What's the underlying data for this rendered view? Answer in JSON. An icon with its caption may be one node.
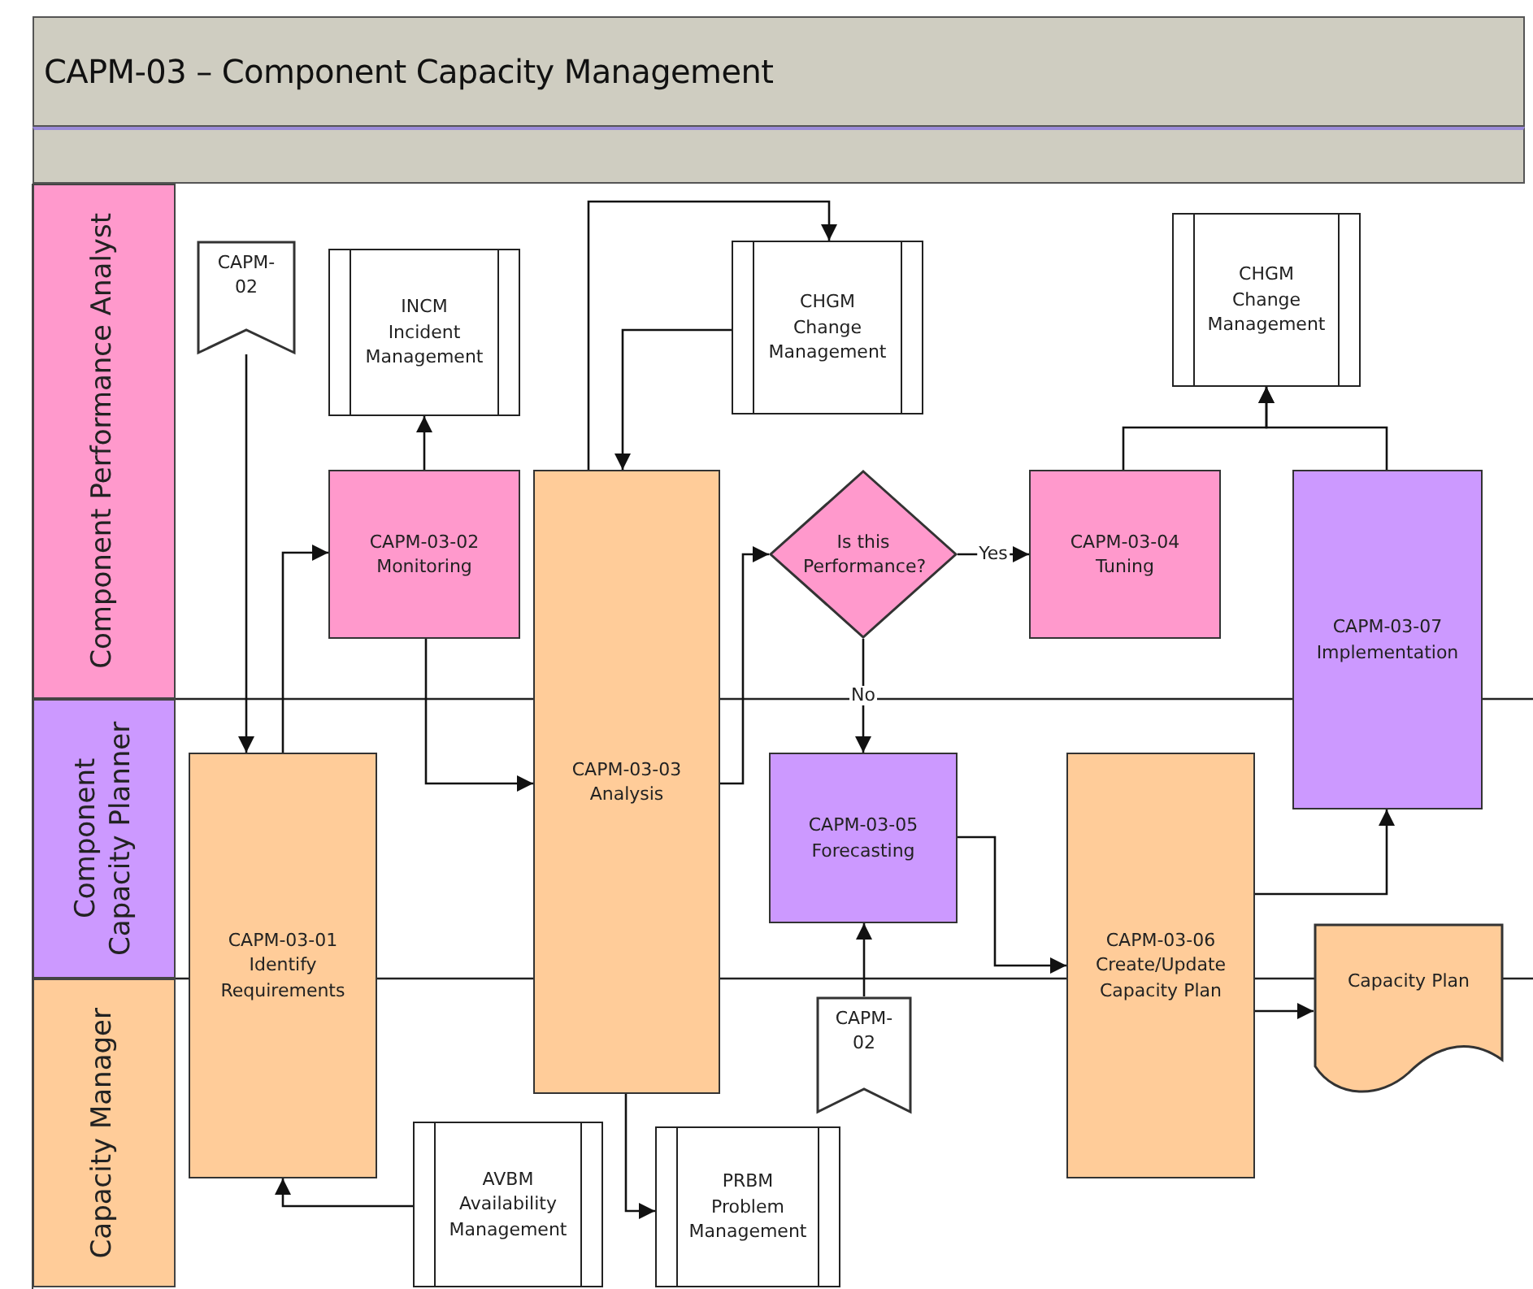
{
  "diagram": {
    "title": "CAPM-03 – Component Capacity Management",
    "nodes": [
      {
        "text": [
          "Component Performance Analyst"
        ]
      },
      {
        "text": [
          "Component Capacity Planner"
        ]
      },
      {
        "text": [
          "Capacity Manager"
        ]
      },
      {
        "text": [
          "CAPM- 02"
        ]
      },
      {
        "text": [
          "INCM",
          "Incident Management"
        ]
      },
      {
        "text": [
          "CHGM",
          "Change Management"
        ]
      },
      {
        "text": [
          "CHGM",
          "Change Management"
        ]
      },
      {
        "text": [
          "CAPM-03-02",
          "Monitoring"
        ]
      },
      {
        "text": [
          "CAPM-03-03",
          "Analysis"
        ]
      },
      {
        "text": [
          "Is this Performance?"
        ]
      },
      {
        "text": [
          "CAPM-03-04",
          "Tuning"
        ]
      },
      {
        "text": [
          "CAPM-03-07",
          "Implementation"
        ]
      },
      {
        "text": [
          "CAPM-03-01",
          "Identify Requirements"
        ]
      },
      {
        "text": [
          "CAPM-03-05",
          "Forecasting"
        ]
      },
      {
        "text": [
          "CAPM-03-06",
          "Create/Update Capacity Plan"
        ]
      },
      {
        "text": [
          "Capacity Plan"
        ]
      },
      {
        "text": [
          "CAPM- 02"
        ]
      },
      {
        "text": [
          "AVBM",
          "Availability Management"
        ]
      },
      {
        "text": [
          "PRBM",
          "Problem Management"
        ]
      }
    ],
    "edges": [
      {
        "from": 3,
        "to": 12,
        "arrow": "to"
      },
      {
        "from": 12,
        "to": 7,
        "arrow": "to"
      },
      {
        "from": 7,
        "to": 4,
        "arrow": "to"
      },
      {
        "from": 7,
        "to": 8,
        "arrow": "to"
      },
      {
        "from": 8,
        "to": 5,
        "arrow": "to"
      },
      {
        "from": 5,
        "to": 8,
        "arrow": "to"
      },
      {
        "from": 8,
        "to": 9,
        "arrow": "to"
      },
      {
        "from": 9,
        "to": 10,
        "arrow": "to",
        "label": "Yes"
      },
      {
        "from": 9,
        "to": 13,
        "arrow": "to",
        "label": "No"
      },
      {
        "from": 10,
        "to": 6,
        "arrow": "to"
      },
      {
        "from": 11,
        "to": 6,
        "arrow": "to"
      },
      {
        "from": 13,
        "to": 14,
        "arrow": "to"
      },
      {
        "from": 14,
        "to": 11,
        "arrow": "to"
      },
      {
        "from": 14,
        "to": 15,
        "arrow": "to"
      },
      {
        "from": 16,
        "to": 13,
        "arrow": "to"
      },
      {
        "from": 8,
        "to": 18,
        "arrow": "to"
      },
      {
        "from": 17,
        "to": 12,
        "arrow": "to"
      }
    ]
  }
}
